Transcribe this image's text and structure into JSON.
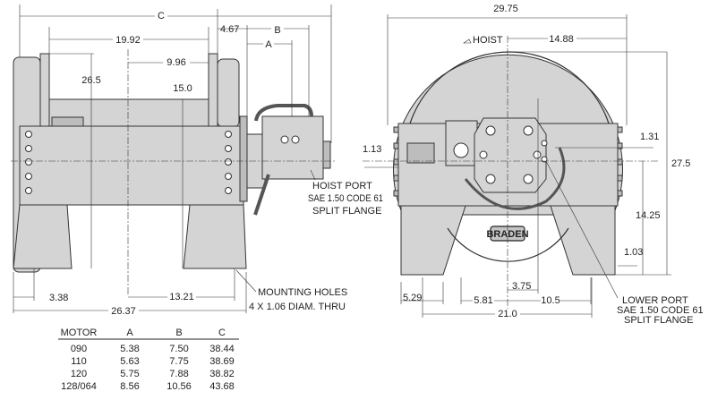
{
  "side_view": {
    "dim_c": "C",
    "dim_19_92": "19.92",
    "dim_4_67": "4.67",
    "dim_b": "B",
    "dim_a": "A",
    "dim_9_96": "9.96",
    "dim_26_5": "26.5",
    "dim_15_0": "15.0",
    "dim_3_38": "3.38",
    "dim_13_21": "13.21",
    "dim_26_37": "26.37",
    "hoist_port": [
      "HOIST PORT",
      "SAE 1.50 CODE 61",
      "SPLIT FLANGE"
    ],
    "mounting_holes": [
      "MOUNTING HOLES",
      "4 X 1.06 DIAM. THRU"
    ]
  },
  "end_view": {
    "dim_29_75": "29.75",
    "hoist": "HOIST",
    "dim_14_88": "14.88",
    "dim_1_31": "1.31",
    "dim_1_13": "1.13",
    "dim_27_5": "27.5",
    "dim_14_25": "14.25",
    "dim_1_03": "1.03",
    "brand": "BRADEN",
    "dim_5_29": "5.29",
    "dim_5_81": "5.81",
    "dim_3_75": "3.75",
    "dim_10_5": "10.5",
    "dim_21_0": "21.0",
    "lower_port": [
      "LOWER PORT",
      "SAE 1.50 CODE 61",
      "SPLIT FLANGE"
    ]
  },
  "motor_table": {
    "headers": [
      "MOTOR",
      "A",
      "B",
      "C"
    ],
    "rows": [
      [
        "090",
        "5.38",
        "7.50",
        "38.44"
      ],
      [
        "110",
        "5.63",
        "7.75",
        "38.69"
      ],
      [
        "120",
        "5.75",
        "7.88",
        "38.82"
      ],
      [
        "128/064",
        "8.56",
        "10.56",
        "43.68"
      ]
    ]
  }
}
